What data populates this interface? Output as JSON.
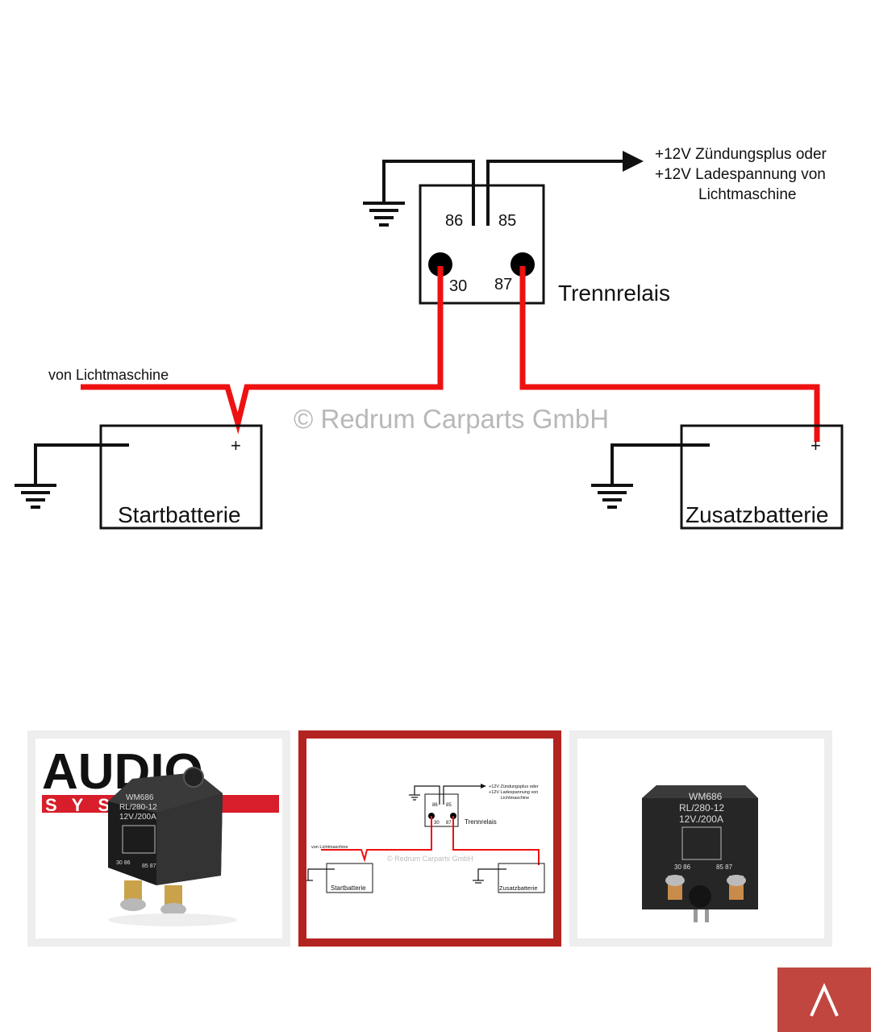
{
  "diagram": {
    "supply_label_line1": "+12V Zündungsplus oder",
    "supply_label_line2": "+12V Ladespannung von",
    "supply_label_line3": "Lichtmaschine",
    "pin_86": "86",
    "pin_85": "85",
    "pin_30": "30",
    "pin_87": "87",
    "relay_label": "Trennrelais",
    "alternator_label": "von Lichtmaschine",
    "watermark": "© Redrum Carparts GmbH",
    "battery1_label": "Startbatterie",
    "battery2_label": "Zusatzbatterie",
    "plus_sign": "+",
    "wire_color": "#ee1111"
  },
  "gallery": {
    "thumb1": {
      "brand_top": "AUDIO",
      "brand_bottom": "SYSTEM",
      "relay_line1": "WM686",
      "relay_line2": "RL/280-12",
      "relay_line3": "12V./200A",
      "pin_a": "30 86",
      "pin_b": "85 87"
    },
    "thumb2": {
      "supply_label_line1": "+12V Zündungsplus oder",
      "supply_label_line2": "+12V Ladespannung von",
      "supply_label_line3": "Lichtmaschine",
      "pin_86": "86",
      "pin_85": "85",
      "pin_30": "30",
      "pin_87": "87",
      "relay_label": "Trennrelais",
      "alternator_label": "von Lichtmaschine",
      "watermark": "© Redrum Carparts GmbH",
      "battery1_label": "Startbatterie",
      "battery2_label": "Zusatzbatterie"
    },
    "thumb3": {
      "relay_line1": "WM686",
      "relay_line2": "RL/280-12",
      "relay_line3": "12V./200A",
      "pin_a": "30 86",
      "pin_b": "85 87"
    },
    "active_border_color": "#b3231f"
  },
  "scroll_top": {
    "icon": "caret-up-icon",
    "color": "#c0463f"
  }
}
